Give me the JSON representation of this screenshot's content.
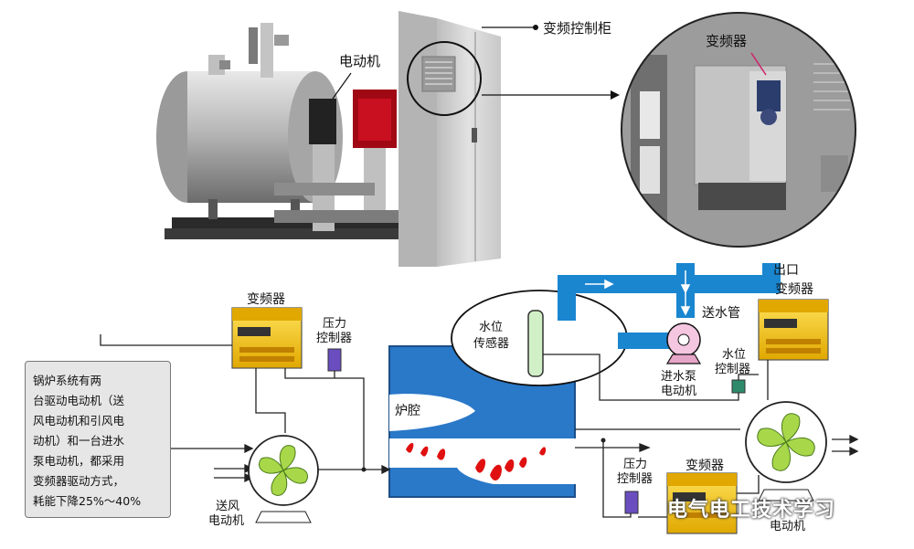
{
  "photo_labels": {
    "motor": "电动机",
    "vfd_cabinet": "变频控制柜",
    "vfd_zoom": "变频器"
  },
  "diagram_labels": {
    "vfd_left": "变频器",
    "pressure_ctrl_top": [
      "压力",
      "控制器"
    ],
    "water_level_sensor": [
      "水位",
      "传感器"
    ],
    "outlet": "出口",
    "vfd_right": "变频器",
    "supply_pipe": "送水管",
    "feed_pump_motor": [
      "进水泵",
      "电动机"
    ],
    "level_ctrl": [
      "水位",
      "控制器"
    ],
    "furnace": "炉腔",
    "pressure_ctrl_bottom": [
      "压力",
      "控制器"
    ],
    "vfd_bottom": "变频器",
    "blower_motor": [
      "送风",
      "电动机"
    ],
    "exhaust_motor": "电动机"
  },
  "note_lines": [
    "锅炉系统有两",
    "台驱动电动机（送",
    "风电动机和引风电",
    "动机）和一台进水",
    "泵电动机，都采用",
    "变频器驱动方式，",
    "耗能下降25%～40%"
  ],
  "watermark": "电气电工技术学习",
  "colors": {
    "water": "#2a78c8",
    "pipe": "#1a86d0",
    "vfd_yellow": "#f2c400",
    "fan_green": "#a8d84a",
    "flame": "#e01010",
    "controller_purple": "#6a4ec0",
    "level_ctrl_green": "#2d8a6a"
  }
}
